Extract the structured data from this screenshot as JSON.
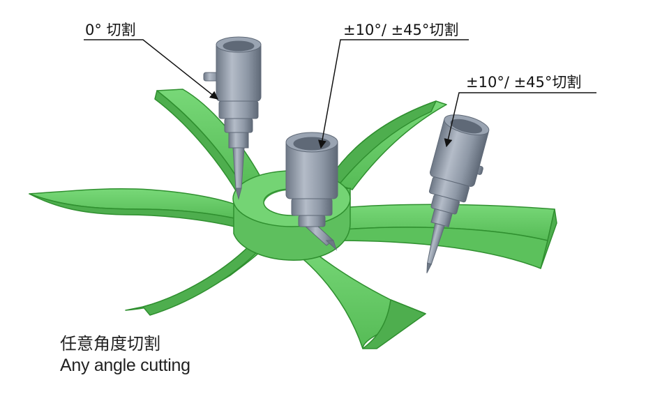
{
  "callouts": {
    "left": "0°  切割",
    "middle": "±10°/ ±45°切割",
    "right": "±10°/ ±45°切割"
  },
  "caption": {
    "zh": "任意角度切割",
    "en": "Any angle cutting"
  },
  "colors": {
    "blade": "#66cc66",
    "blade_edge": "#2f8f2f",
    "blade_dark": "#4eae4e",
    "head_metal": "#8f9aa8",
    "head_shadow": "#6c7684"
  }
}
